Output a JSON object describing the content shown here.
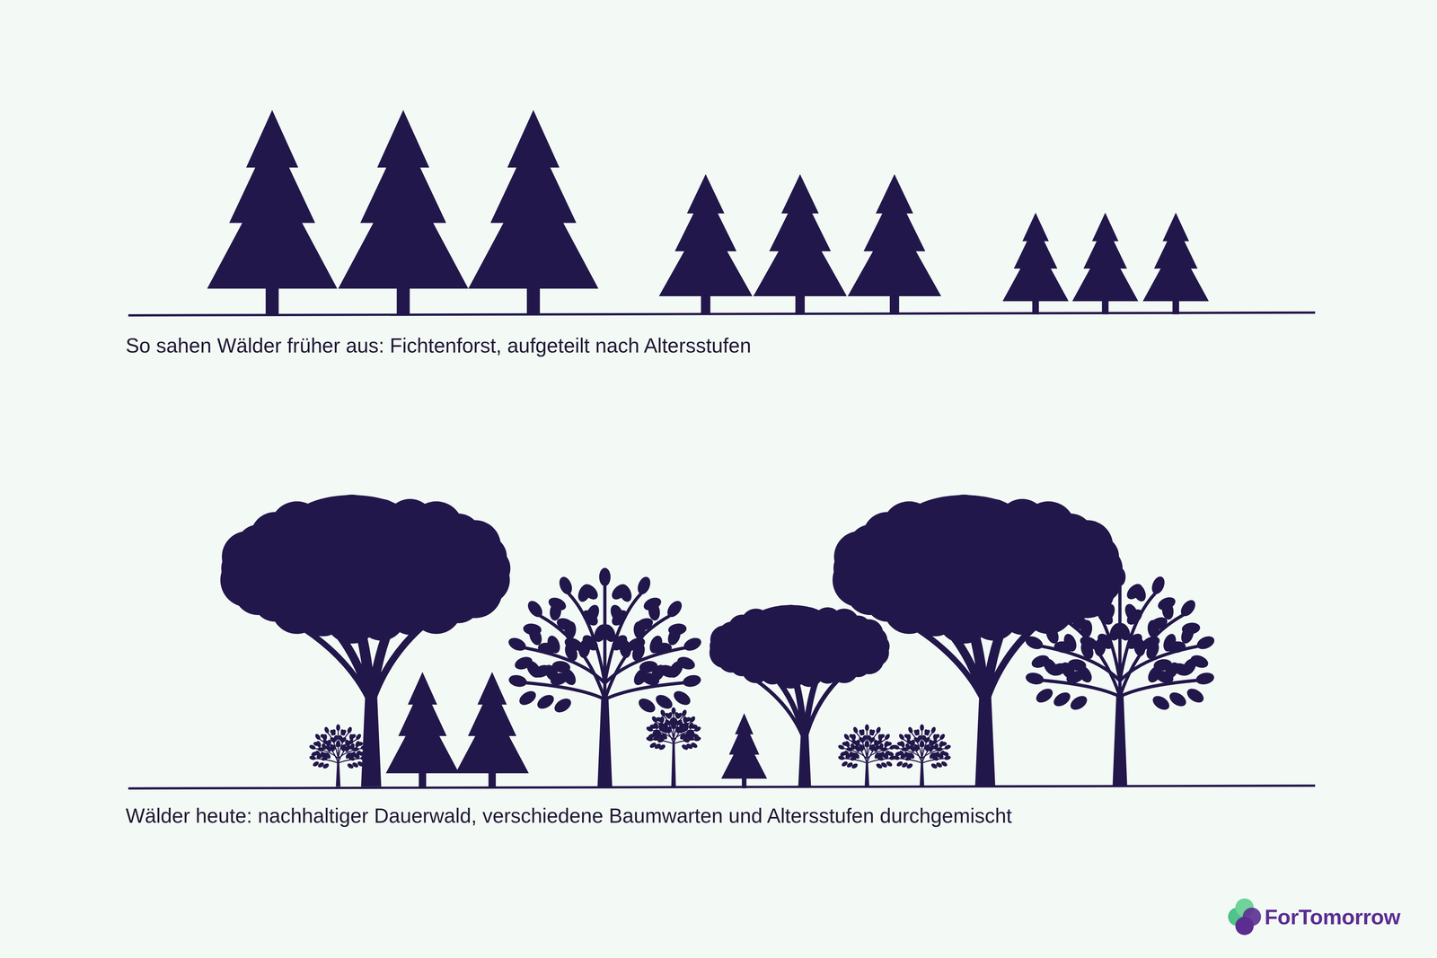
{
  "diagram": {
    "labels": [
      "So sahen Wälder früher aus: Fichtenforst, aufgeteilt nach Altersstufen",
      "Wälder heute: nachhaltiger Dauerwald, verschiedene Baumwarten und Altersstufen durchgemischt",
      "ForTomorrow"
    ]
  }
}
